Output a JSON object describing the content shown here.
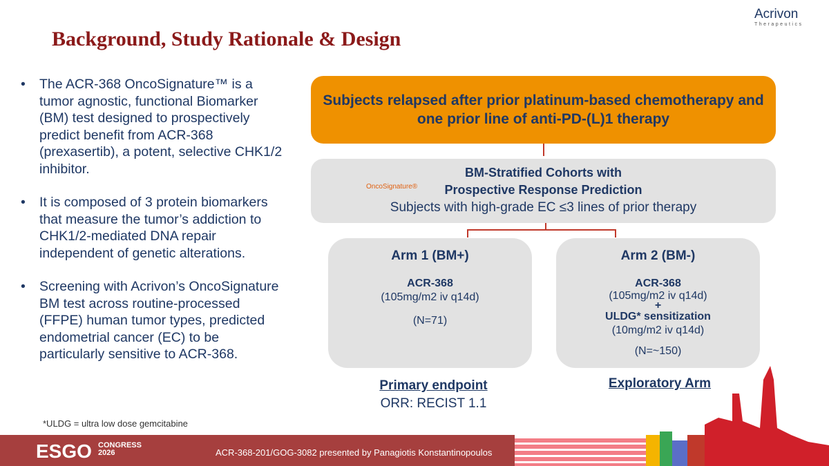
{
  "title": "Background, Study Rationale & Design",
  "logo": {
    "name": "Acrivon",
    "sub": "Therapeutics"
  },
  "bullets": [
    "The ACR-368 OncoSignature™ is a tumor agnostic, functional Biomarker (BM) test designed to prospectively predict benefit from ACR-368 (prexasertib), a potent, selective CHK1/2 inhibitor.",
    "It is composed of 3 protein biomarkers that measure the tumor’s addiction to CHK1/2-mediated DNA repair independent of genetic alterations.",
    "Screening with Acrivon’s OncoSignature BM test across routine-processed (FFPE) human tumor types, predicted endometrial cancer (EC) to be  particularly sensitive to ACR-368."
  ],
  "flow": {
    "top": "Subjects relapsed after prior platinum-based chemotherapy and one prior line of anti-PD-(L)1 therapy",
    "mid_line1": "BM-Stratified Cohorts with",
    "mid_line2": "Prospective Response Prediction",
    "mid_line3": "Subjects with high-grade EC ≤3 lines of prior therapy",
    "onco_logo": "OncoSignature®",
    "arm1": {
      "title": "Arm 1 (BM+)",
      "drug": "ACR-368",
      "dose": "(105mg/m2 iv q14d)",
      "n": "(N=71)"
    },
    "arm2": {
      "title": "Arm 2 (BM-)",
      "drug": "ACR-368",
      "dose": "(105mg/m2 iv q14d)",
      "plus": "+",
      "sens": "ULDG* sensitization",
      "sens_dose": "(10mg/m2 iv q14d)",
      "n": "(N=~150)"
    },
    "ep1_title": "Primary endpoint",
    "ep1_value": "ORR: RECIST 1.1",
    "ep2_title": "Exploratory Arm"
  },
  "footnote": "*ULDG = ultra low dose gemcitabine",
  "footer": {
    "esgo": "ESGO",
    "congress": "CONGRESS",
    "year": "2026",
    "presenter": "ACR-368-201/GOG-3082 presented by Panagiotis Konstantinopoulos"
  }
}
